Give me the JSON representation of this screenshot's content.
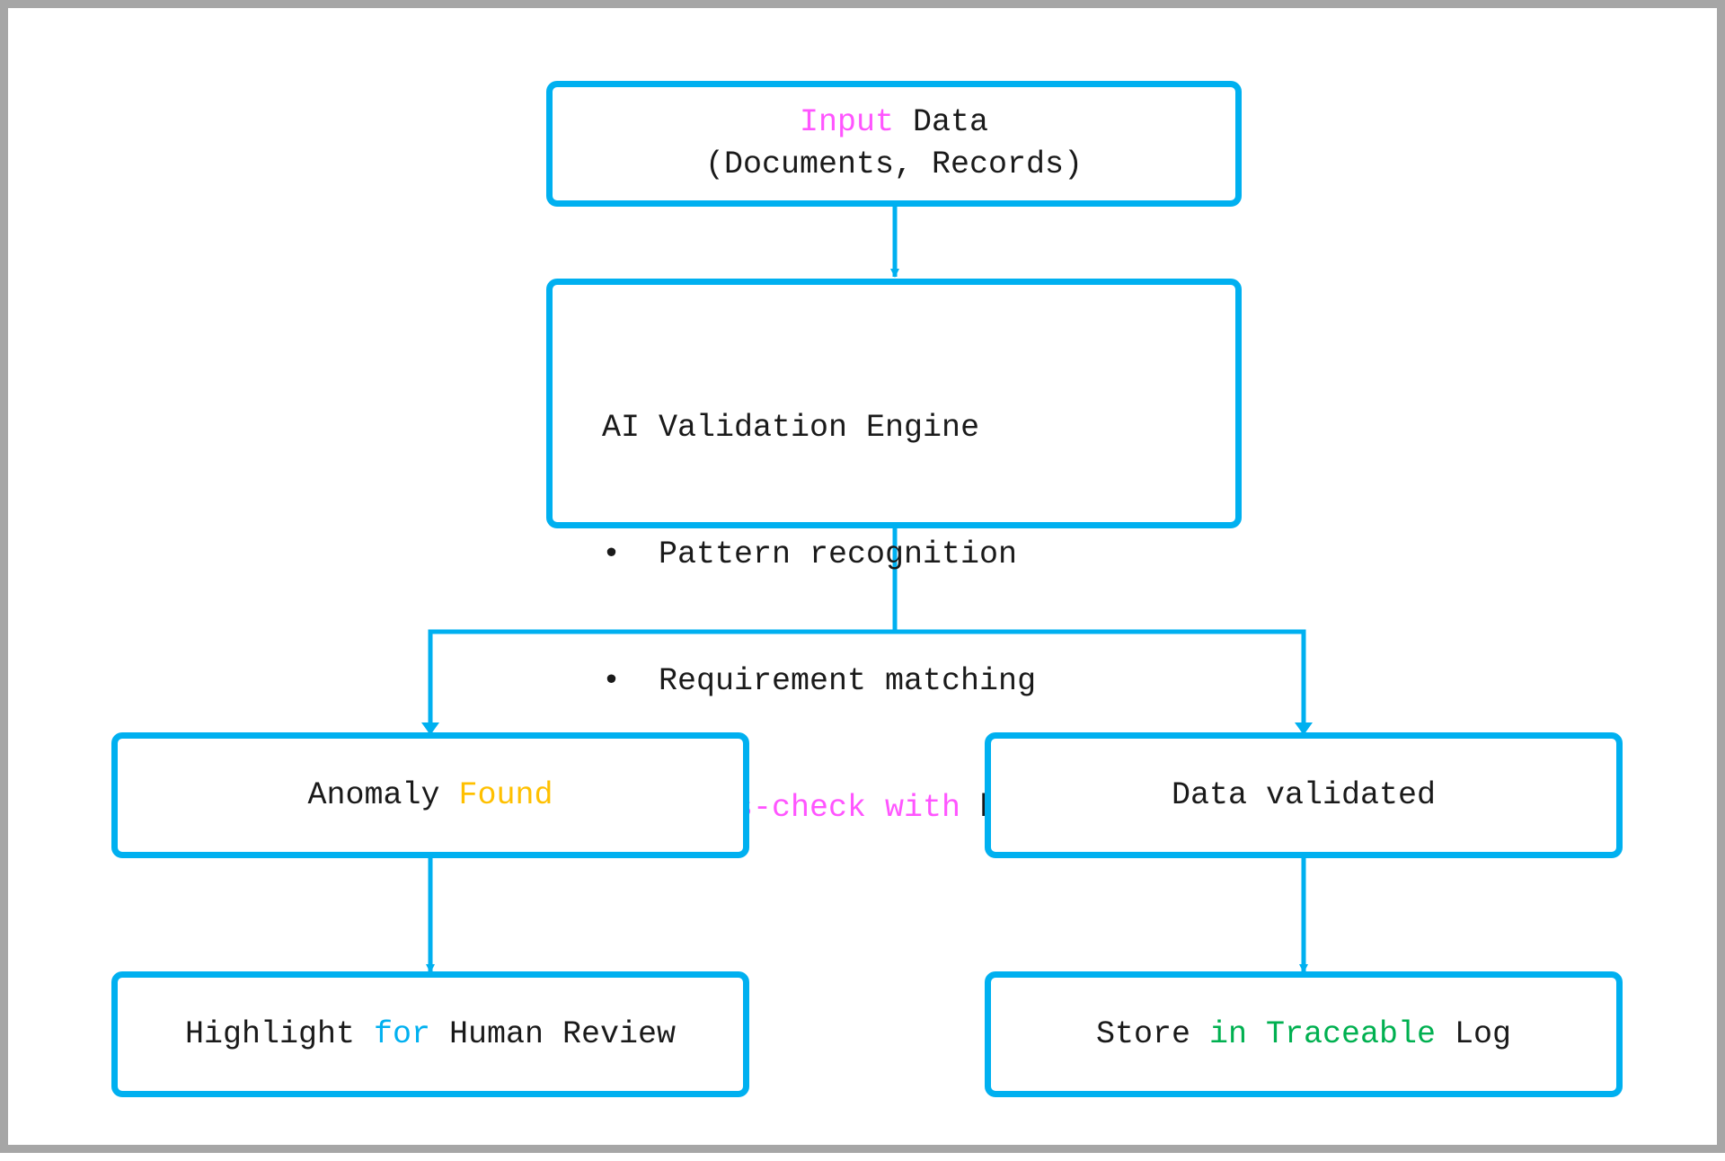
{
  "colors": {
    "border": "#00b0f0",
    "text": "#1a1a1a",
    "magenta": "#ff55ff",
    "orange": "#ffc000",
    "blue": "#00b0f0",
    "green": "#00b050",
    "frame": "#a6a6a6"
  },
  "nodes": {
    "input": {
      "line1": {
        "highlight": "Input",
        "rest": " Data"
      },
      "line2": "(Documents, Records)"
    },
    "engine": {
      "title": "AI Validation Engine",
      "bullet_symbol": "•",
      "items": [
        {
          "highlight": "",
          "text": "Pattern recognition"
        },
        {
          "highlight": "",
          "text": "Requirement matching"
        },
        {
          "highlight": "Cross-check with",
          "text": " history"
        }
      ]
    },
    "anomaly": {
      "text": "Anomaly ",
      "highlight": "Found"
    },
    "validated": {
      "text": "Data validated"
    },
    "review": {
      "before": "Highlight ",
      "highlight": "for",
      "after": " Human Review"
    },
    "log": {
      "before": "Store ",
      "highlight": "in Traceable",
      "after": " Log"
    }
  }
}
